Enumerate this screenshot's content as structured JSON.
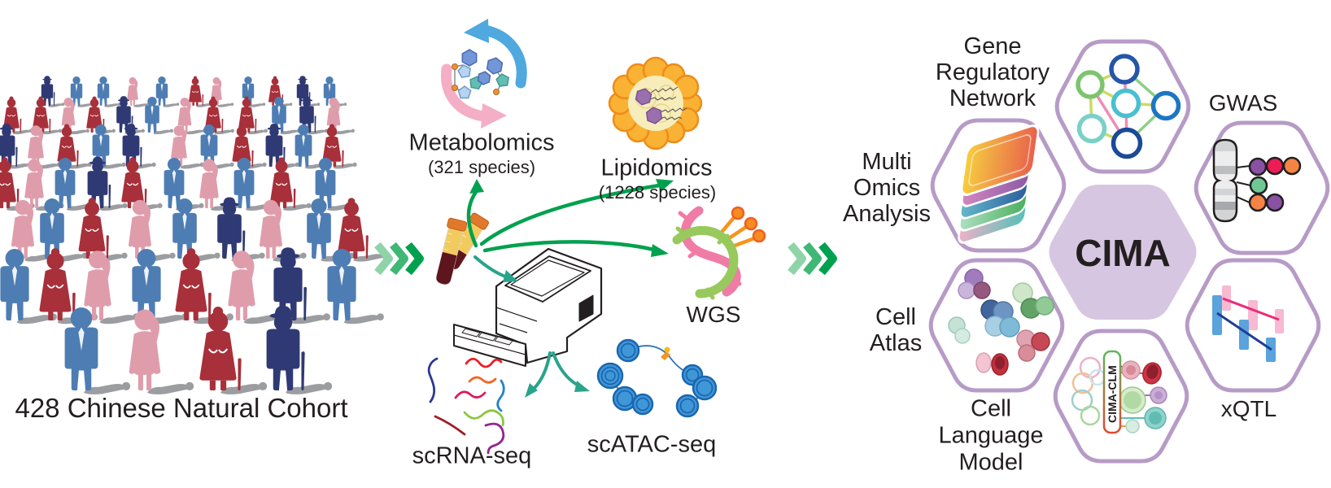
{
  "cohort": {
    "caption": "428 Chinese Natural Cohort"
  },
  "assays": {
    "metabolomics": {
      "label": "Metabolomics",
      "sublabel": "(321 species)"
    },
    "lipidomics": {
      "label": "Lipidomics",
      "sublabel": "(1228 species)"
    },
    "wgs": {
      "label": "WGS"
    },
    "scrna": {
      "label": "scRNA-seq"
    },
    "scatac": {
      "label": "scATAC-seq"
    }
  },
  "hub": {
    "center_label": "CIMA",
    "grn": {
      "lines": [
        "Gene",
        "Regulatory",
        "Network"
      ]
    },
    "gwas": {
      "label": "GWAS"
    },
    "multiomics": {
      "lines": [
        "Multi",
        "Omics",
        "Analysis"
      ]
    },
    "cellatlas": {
      "lines": [
        "Cell",
        "Atlas"
      ]
    },
    "clm": {
      "lines": [
        "Cell",
        "Language",
        "Model"
      ],
      "badge": "CIMA-CLM"
    },
    "xqtl": {
      "label": "xQTL"
    }
  },
  "colors": {
    "arrow_green": "#00a14e",
    "arrow_teal": "#2aa38b",
    "chevron_greens": [
      "#8fd4a8",
      "#3eb874",
      "#00a14e"
    ],
    "hex_border": "#b79bc7",
    "hex_center_fill": "#d7c6e2",
    "people": {
      "man_blue": "#4e7db3",
      "man_navy": "#2f3a74",
      "woman_red": "#a7303a",
      "woman_pink": "#df9dac"
    },
    "text": "#231f20"
  }
}
